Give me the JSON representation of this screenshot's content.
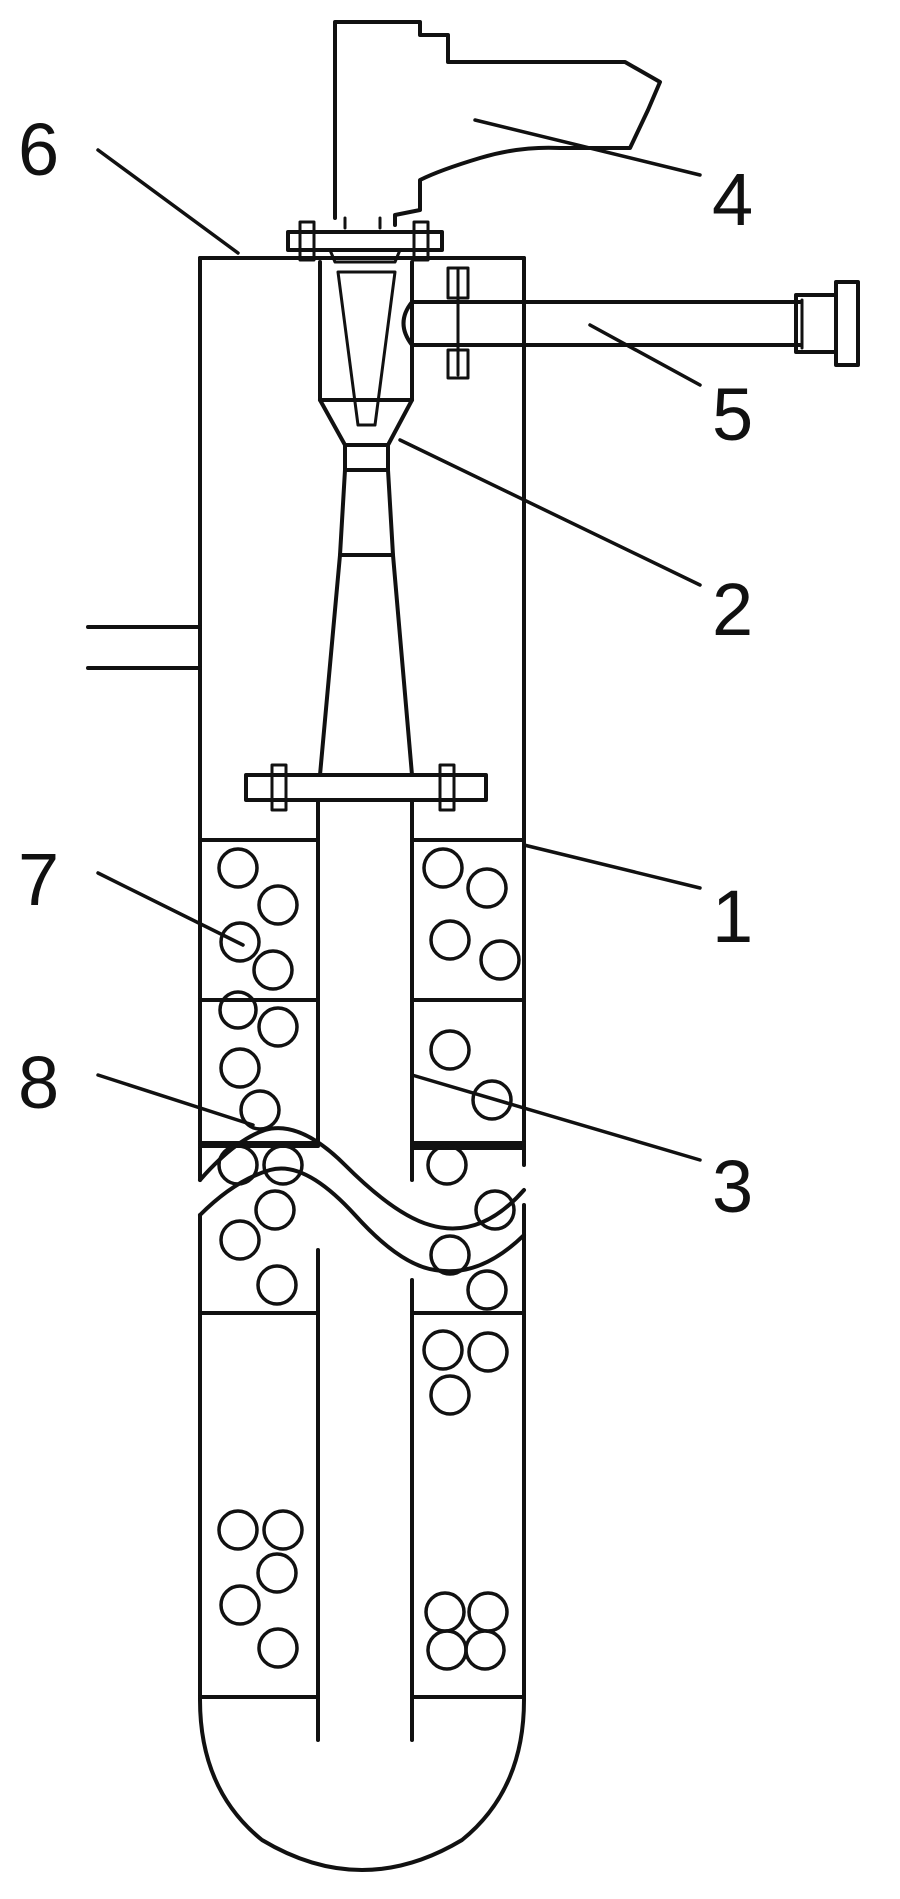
{
  "labels": {
    "n1": "1",
    "n2": "2",
    "n3": "3",
    "n4": "4",
    "n5": "5",
    "n6": "6",
    "n7": "7",
    "n8": "8"
  },
  "colors": {
    "line": "#111111",
    "background": "#ffffff"
  }
}
